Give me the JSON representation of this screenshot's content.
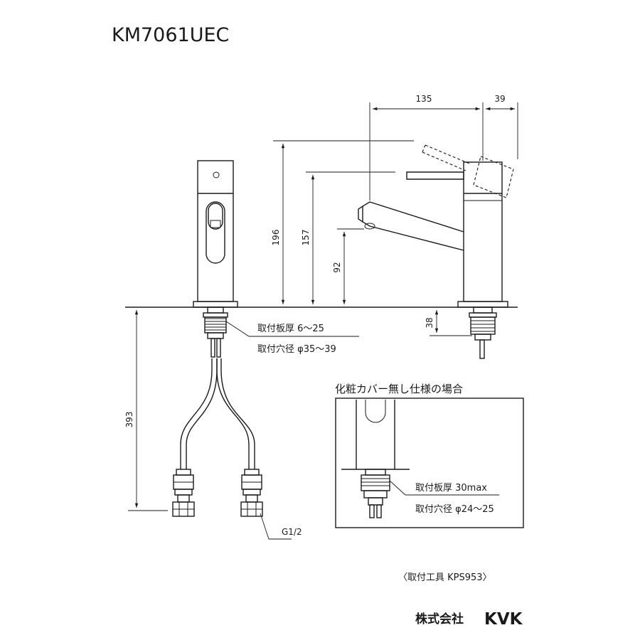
{
  "title": "KM7061UEC",
  "dimensions": {
    "spout_length": "135",
    "body_offset": "39",
    "height_total": "196",
    "height_handle": "157",
    "height_spout": "92",
    "below_deck": "38",
    "hose_length": "393"
  },
  "mounting": {
    "thickness": "取付板厚 6～25",
    "hole": "取付穴径 φ35～39"
  },
  "hose_thread": "G1/2",
  "no_cover_variant": {
    "heading": "化粧カバー無し仕様の場合",
    "thickness": "取付板厚 30max",
    "hole": "取付穴径 φ24～25"
  },
  "tool_note": "〈取付工具 KPS953〉",
  "manufacturer": {
    "company": "株式会社",
    "brand": "KVK"
  }
}
